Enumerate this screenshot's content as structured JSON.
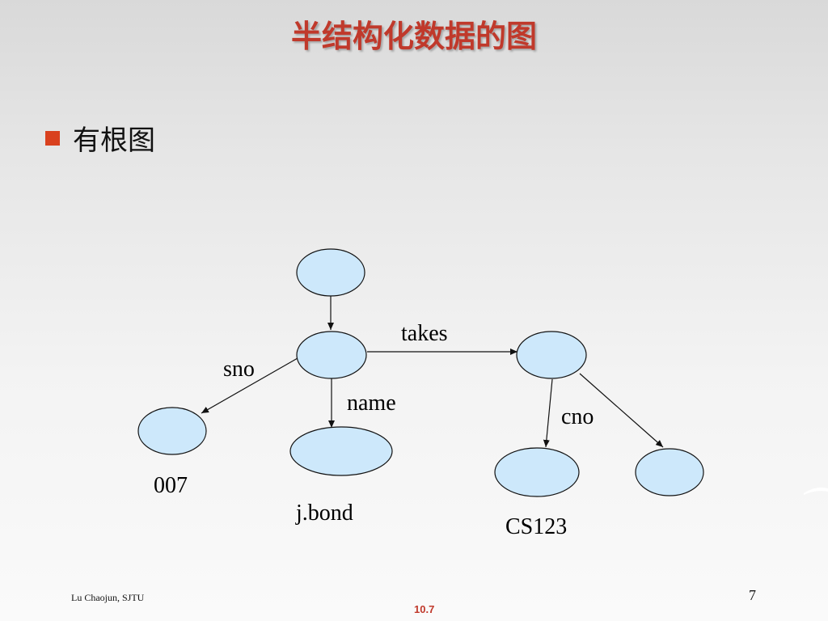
{
  "slide": {
    "title": "半结构化数据的图",
    "bullet": "有根图",
    "author": "Lu Chaojun, SJTU",
    "page_number": "7",
    "section_number": "10.7"
  },
  "diagram": {
    "edge_labels": {
      "takes": "takes",
      "sno": "sno",
      "name": "name",
      "cno": "cno"
    },
    "value_labels": {
      "sno_value": "007",
      "name_value": "j.bond",
      "cno_value": "CS123"
    },
    "node_fill": "#cde8fb",
    "title_color": "#c0392b",
    "bullet_color": "#d9411e"
  }
}
